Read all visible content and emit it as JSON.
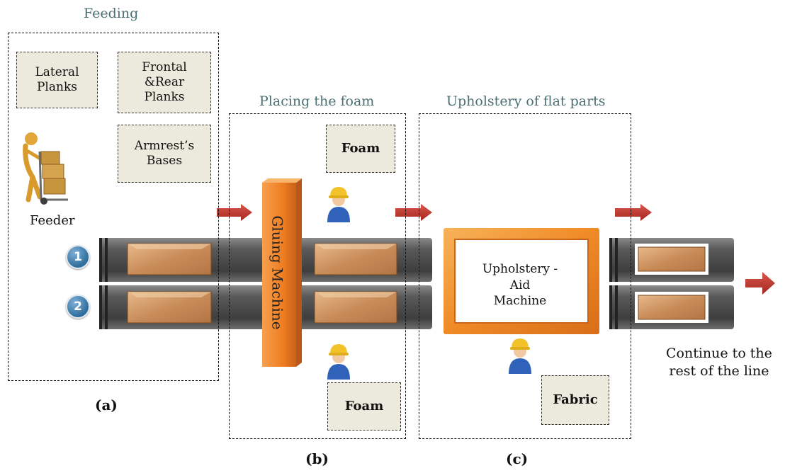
{
  "sections": {
    "feeding": {
      "title": "Feeding",
      "label": "(a)"
    },
    "foam": {
      "title": "Placing the foam",
      "label": "(b)"
    },
    "upholstery": {
      "title": "Upholstery of flat parts",
      "label": "(c)"
    }
  },
  "feeding_items": {
    "lateral_planks": "Lateral\nPlanks",
    "frontal_rear_planks": "Frontal\n&Rear\nPlanks",
    "armrest_bases": "Armrest’s\nBases"
  },
  "feeder_label": "Feeder",
  "lines": [
    "1",
    "2"
  ],
  "gluing_machine": "Gluing Machine",
  "foam_top": "Foam",
  "foam_bottom": "Foam",
  "upholstery_machine": "Upholstery -\nAid\nMachine",
  "fabric": "Fabric",
  "continue_text": "Continue to the\nrest of the line",
  "colors": {
    "section_title": "#4b6f72",
    "arrow": "#b5322a",
    "conveyor": "#4e4e4e",
    "gluing_machine": "#ef7d22",
    "upholstery_frame": "#f0922a",
    "note_fill": "#ece9dd",
    "badge": "#2f6d9c"
  },
  "icons": [
    "feeder-figure-icon",
    "worker-icon",
    "arrow-right-icon",
    "wood-plank-icon"
  ]
}
